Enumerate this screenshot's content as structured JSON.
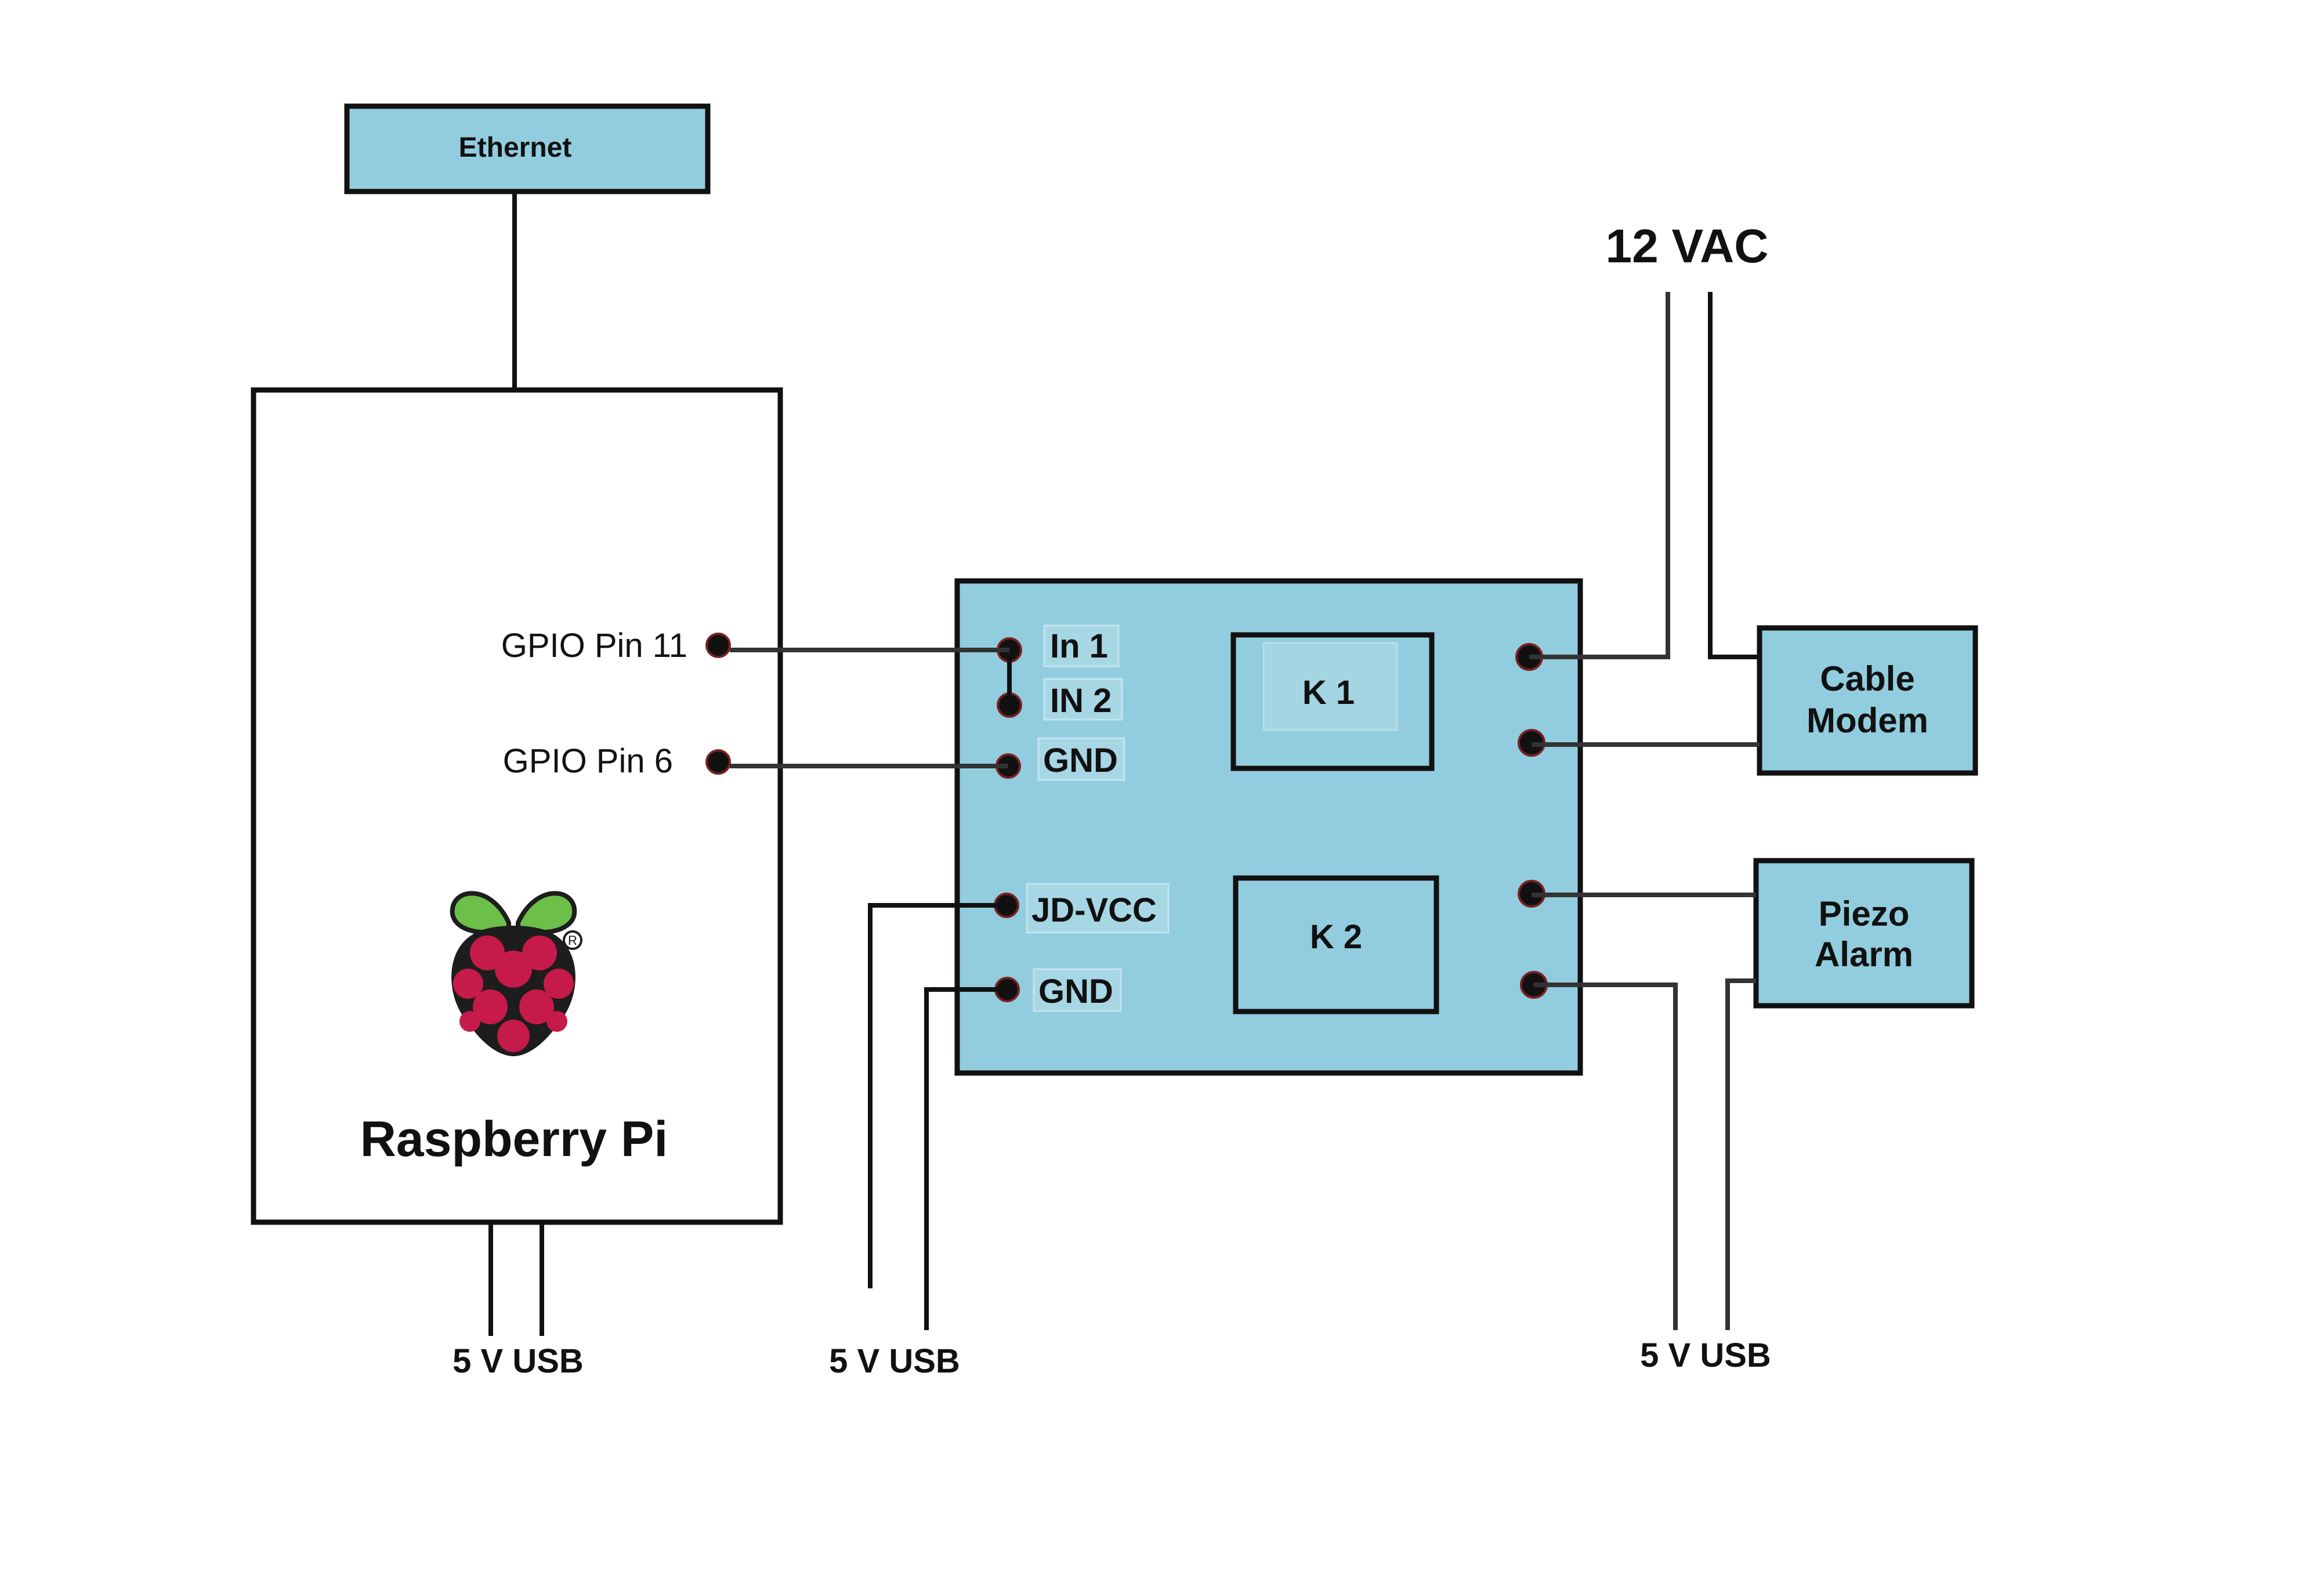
{
  "colors": {
    "box_fill": "#92cddf",
    "line": "#111111",
    "wire": "#333333",
    "background": "#ffffff"
  },
  "ethernet": {
    "label": "Ethernet"
  },
  "raspberry_pi": {
    "label": "Raspberry Pi",
    "pin_11": "GPIO Pin 11",
    "pin_6": "GPIO Pin 6",
    "logo_icon": "raspberry-pi-logo-icon"
  },
  "relay": {
    "in1": "In 1",
    "in2": "IN 2",
    "gnd_top": "GND",
    "jd_vcc": "JD-VCC",
    "gnd_bottom": "GND",
    "k1": "K 1",
    "k2": "K 2"
  },
  "power": {
    "vac": "12 VAC",
    "usb_pi": "5 V USB",
    "usb_relay": "5 V USB",
    "usb_alarm": "5 V USB"
  },
  "cable_modem": {
    "line1": "Cable",
    "line2": "Modem"
  },
  "piezo_alarm": {
    "line1": "Piezo",
    "line2": "Alarm"
  }
}
